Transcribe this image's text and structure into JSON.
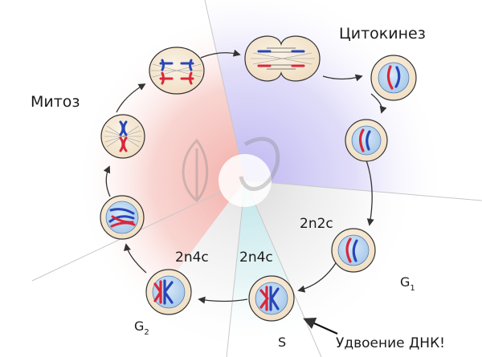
{
  "labels": {
    "mitosis": "Митоз",
    "cytokinesis": "Цитокинез",
    "g1_2n2c": "2n2c",
    "g2_2n4c": "2n4c",
    "s_2n4c": "2n4c",
    "g1_main": "G",
    "g1_sub": "1",
    "g2_main": "G",
    "g2_sub": "2",
    "s_phase": "S",
    "dna_doubling": "Удвоение ДНК!"
  },
  "colors": {
    "mitosis_sector": "#f2a9a4",
    "cytokinesis_sector": "#b9b0f0",
    "s_sector": "#b7e2e6",
    "g_sector": "#dcdcdc",
    "cell_fill": "#f4e6cf",
    "nucleus_fill": "#bcd8f0",
    "chromosome_red": "#d9273a",
    "chromosome_blue": "#2746b8",
    "arrow": "#333333"
  }
}
